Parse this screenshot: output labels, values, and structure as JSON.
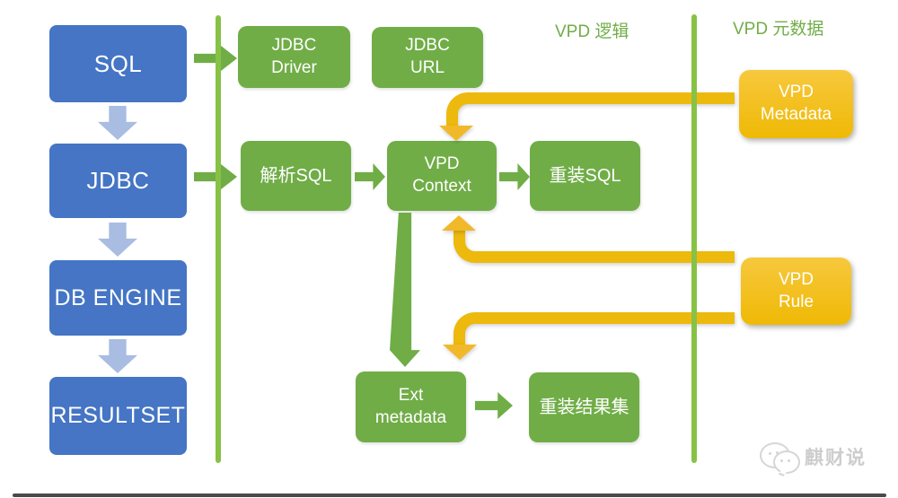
{
  "colors": {
    "client_blue": "#4575C4",
    "blue_arrow": "#A9BCE2",
    "node_green": "#70AD47",
    "divider_green": "#87C246",
    "metadata_gold": "#F0BA07",
    "label_green": "#71AD48"
  },
  "section_labels": {
    "logic": "VPD 逻辑",
    "metadata": "VPD 元数据"
  },
  "client_stack": {
    "items": [
      {
        "label": "SQL"
      },
      {
        "label": "JDBC"
      },
      {
        "label": "DB ENGINE"
      },
      {
        "label": "RESULTSET"
      }
    ]
  },
  "logic_flow": {
    "jdbc_driver": {
      "line1": "JDBC",
      "line2": "Driver"
    },
    "jdbc_url": {
      "line1": "JDBC",
      "line2": "URL"
    },
    "parse_sql": {
      "label": "解析SQL"
    },
    "vpd_context": {
      "line1": "VPD",
      "line2": "Context"
    },
    "rebuild_sql": {
      "label": "重装SQL"
    },
    "ext_metadata": {
      "line1": "Ext",
      "line2": "metadata"
    },
    "rebuild_resultset": {
      "label": "重装结果集"
    }
  },
  "metadata_nodes": {
    "vpd_metadata": {
      "line1": "VPD",
      "line2": "Metadata"
    },
    "vpd_rule": {
      "line1": "VPD",
      "line2": "Rule"
    }
  },
  "watermark": {
    "logo_icon": "wechat-chat-bubbles-icon",
    "text": "麒财说"
  }
}
